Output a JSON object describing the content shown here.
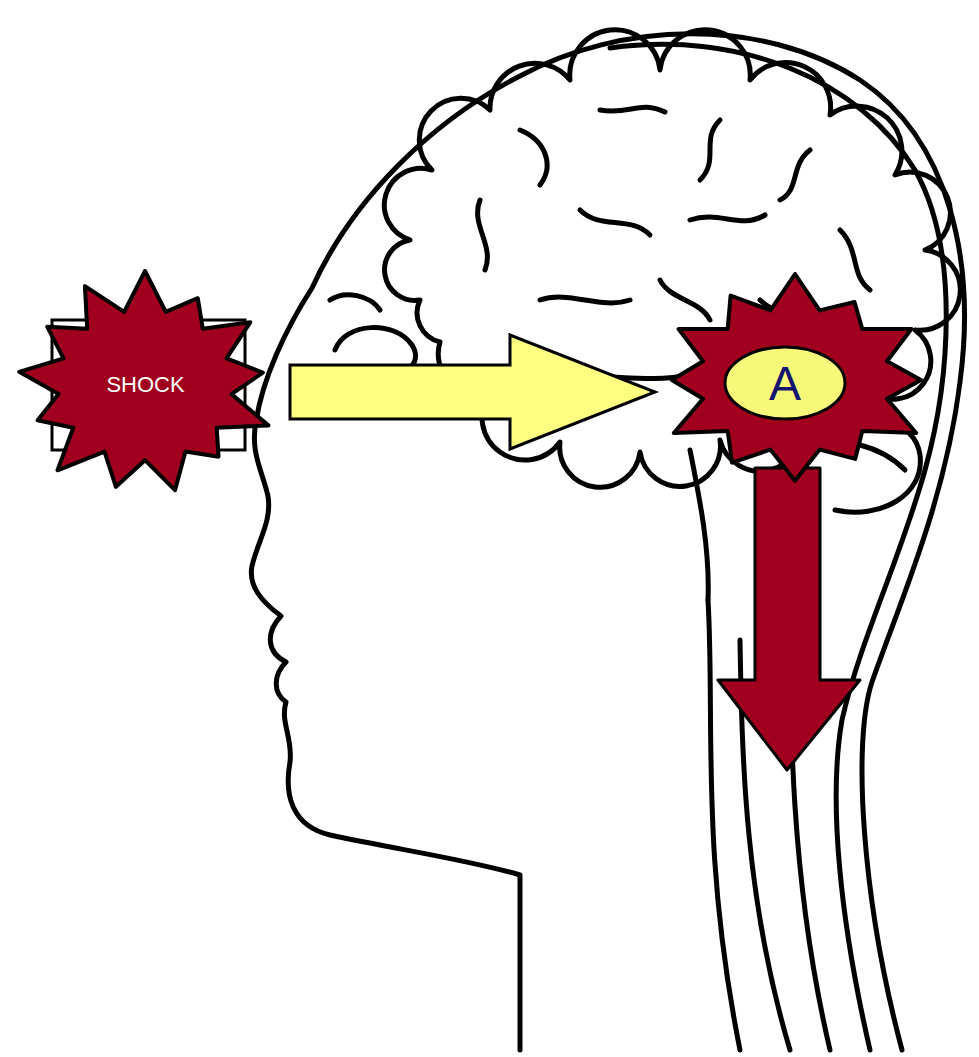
{
  "diagram": {
    "nodes": [
      {
        "text": [
          "SHOCK"
        ]
      },
      {
        "text": [
          "A"
        ]
      }
    ],
    "edges": [
      {
        "from": 0,
        "to": 1,
        "arrow": "to"
      }
    ]
  }
}
